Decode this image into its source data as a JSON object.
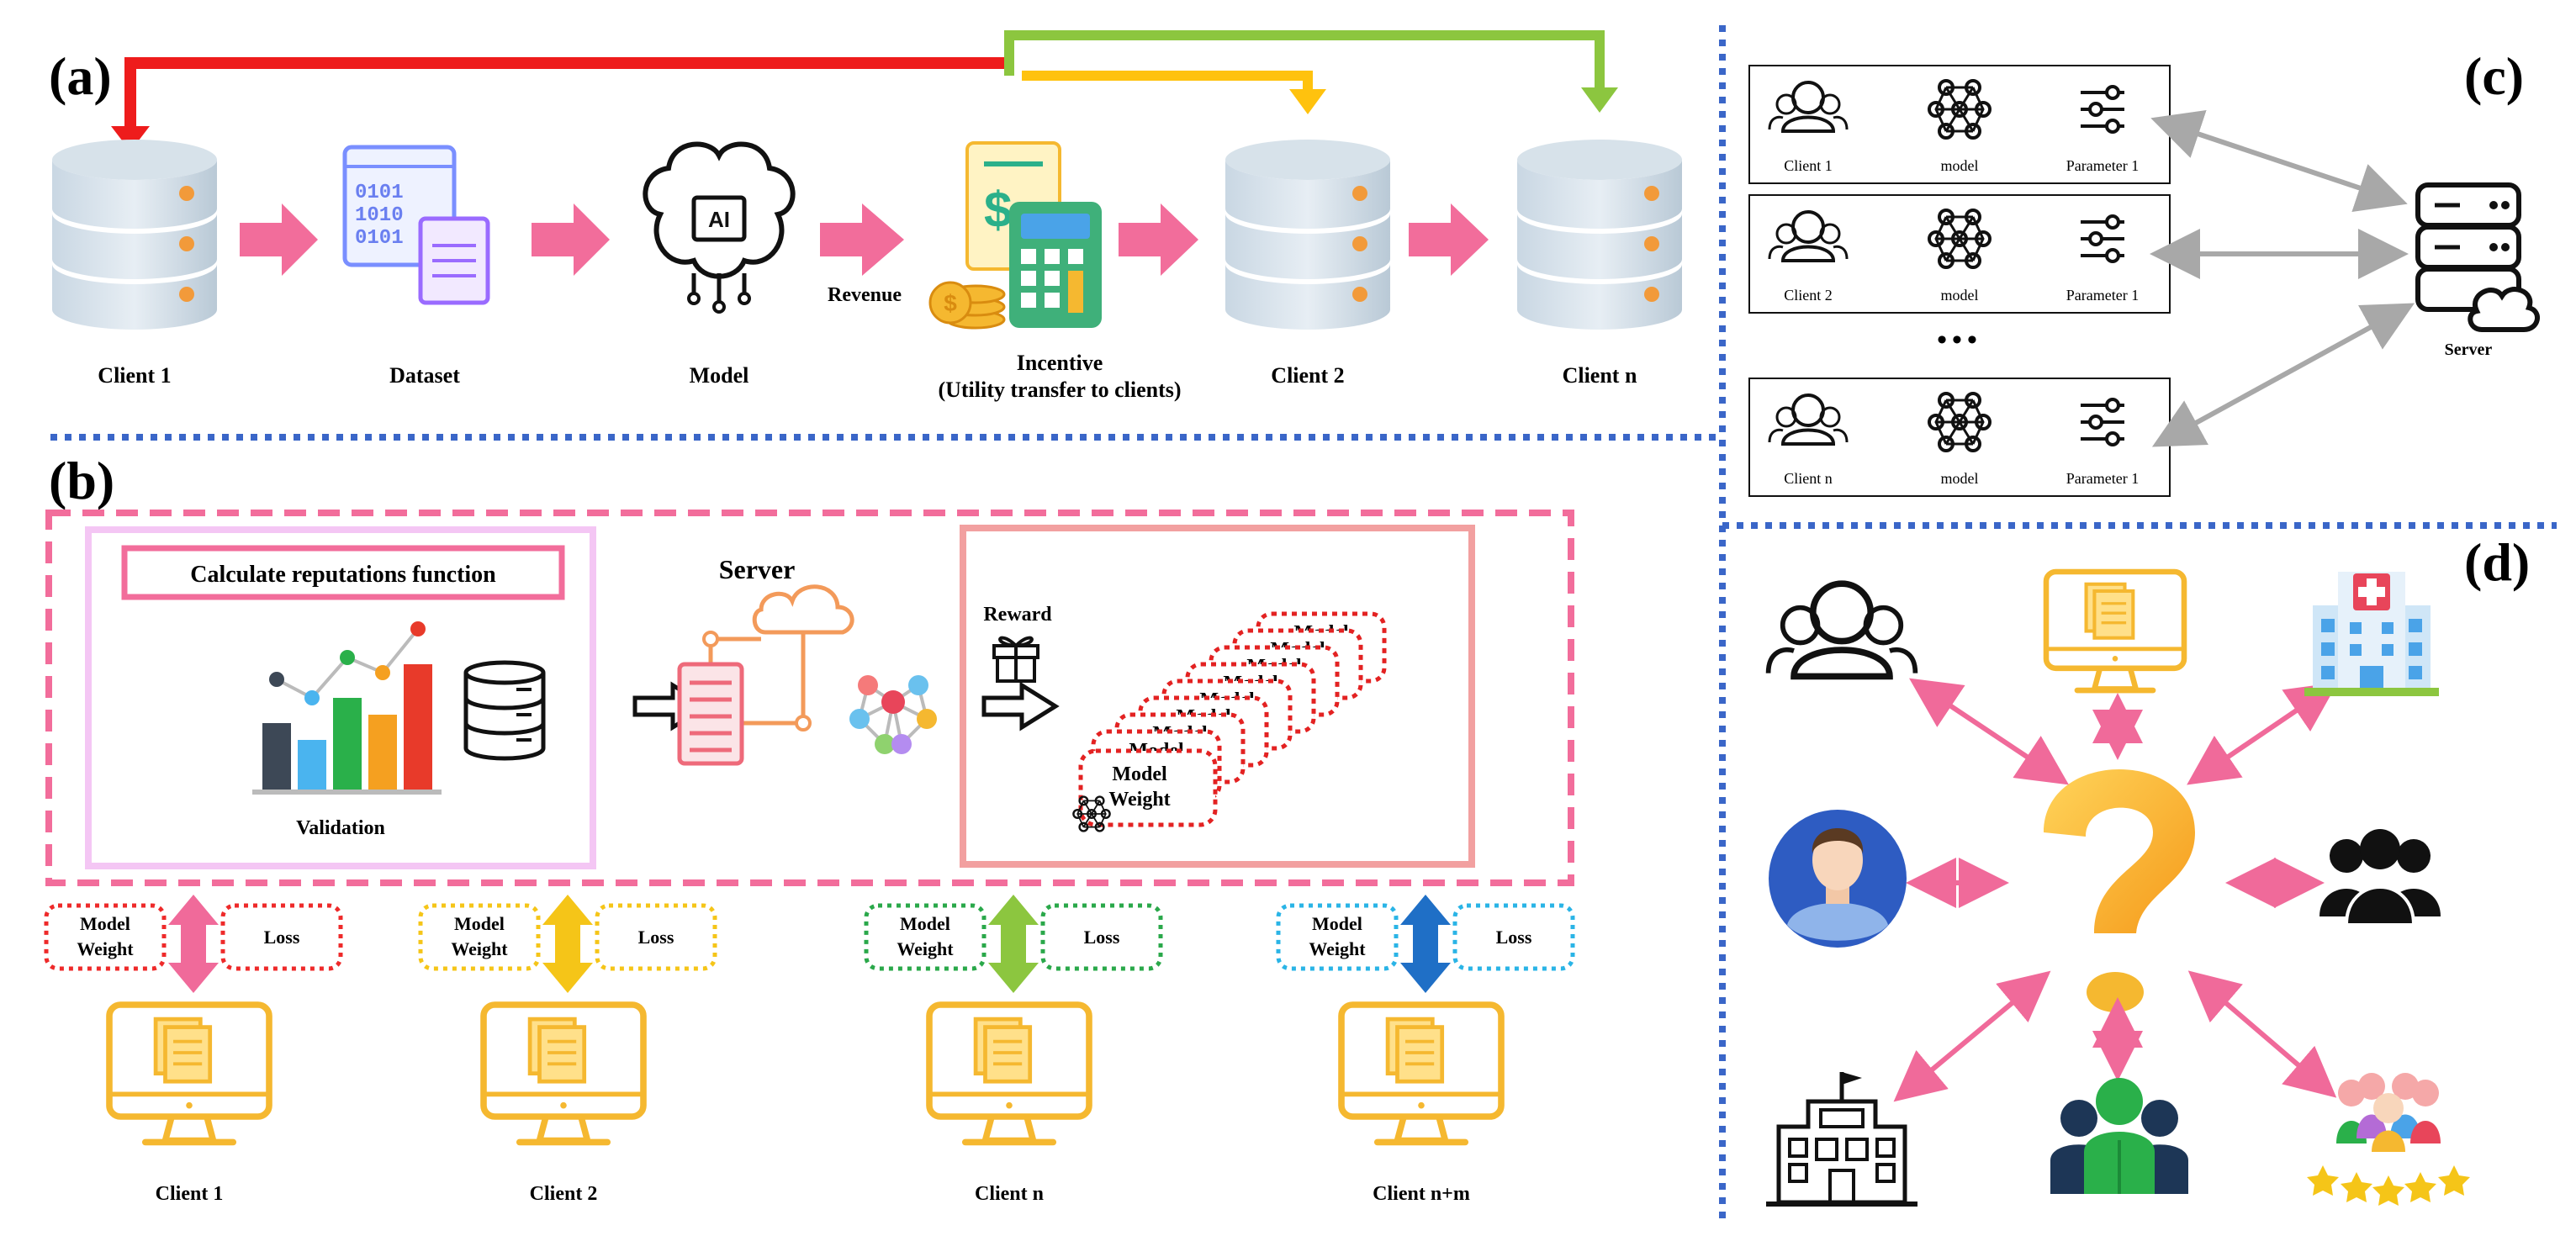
{
  "panels": {
    "a": {
      "letter": "(a)",
      "labels": {
        "client1": "Client 1",
        "dataset": "Dataset",
        "model": "Model",
        "revenue": "Revenue",
        "incentive_line1": "Incentive",
        "incentive_line2": "(Utility transfer to clients)",
        "client2": "Client 2",
        "clientn": "Client n"
      },
      "icons": {
        "model_chip": "AI",
        "dollar": "$",
        "coin": "$"
      },
      "colors": {
        "red": "#ee1c1c",
        "yellow": "#ffc20e",
        "green": "#8cc63f",
        "pink": "#f26d9b"
      }
    },
    "b": {
      "letter": "(b)",
      "reputation_title": "Calculate reputations function",
      "validation": "Validation",
      "server": "Server",
      "reward": "Reward",
      "stack_cards": [
        "Model",
        "Model",
        "Model",
        "Model",
        "Model",
        "Model",
        "Model",
        "Model"
      ],
      "front_card_line1": "Model",
      "front_card_line2": "Weight",
      "clients": [
        {
          "weight_line1": "Model",
          "weight_line2": "Weight",
          "loss": "Loss",
          "name": "Client 1",
          "color": "#ee2a2a",
          "arrow": "#f06a9a"
        },
        {
          "weight_line1": "Model",
          "weight_line2": "Weight",
          "loss": "Loss",
          "name": "Client 2",
          "color": "#f5c518",
          "arrow": "#f5c518"
        },
        {
          "weight_line1": "Model",
          "weight_line2": "Weight",
          "loss": "Loss",
          "name": "Client n",
          "color": "#2aa84a",
          "arrow": "#8cc63f"
        },
        {
          "weight_line1": "Model",
          "weight_line2": "Weight",
          "loss": "Loss",
          "name": "Client n+m",
          "color": "#2ab4e6",
          "arrow": "#1f6fc6"
        }
      ]
    },
    "c": {
      "letter": "(c)",
      "rows": [
        {
          "client": "Client 1",
          "model": "model",
          "param": "Parameter 1"
        },
        {
          "client": "Client 2",
          "model": "model",
          "param": "Parameter 1"
        },
        {
          "client": "Client n",
          "model": "model",
          "param": "Parameter 1"
        }
      ],
      "ellipsis": "•••",
      "server": "Server"
    },
    "d": {
      "letter": "(d)",
      "center": "?",
      "icons": [
        "users-group-outline-icon",
        "monitor-document-icon",
        "hospital-icon",
        "person-avatar-icon",
        "people-group-icon",
        "school-building-icon",
        "team-members-icon",
        "rated-team-icon"
      ]
    }
  },
  "divider_color": "#3a66c8"
}
